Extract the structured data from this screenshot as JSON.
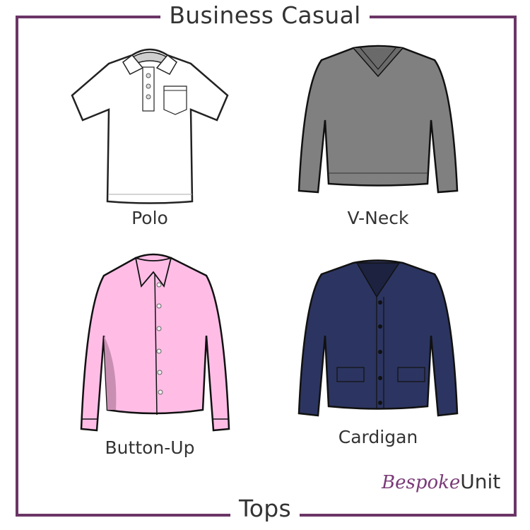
{
  "header": {
    "title": "Business Casual"
  },
  "footer": {
    "title": "Tops"
  },
  "brand": {
    "script": "Bespoke",
    "word": "Unit"
  },
  "colors": {
    "frame": "#6b3566",
    "text": "#333333",
    "brand_script": "#7a3a78",
    "polo": "#ffffff",
    "vneck": "#808080",
    "buttonup": "#ffbde6",
    "cardigan": "#2c3561"
  },
  "items": [
    {
      "label": "Polo",
      "icon": "polo-shirt-illustration"
    },
    {
      "label": "V-Neck",
      "icon": "v-neck-sweater-illustration"
    },
    {
      "label": "Button-Up",
      "icon": "button-up-shirt-illustration"
    },
    {
      "label": "Cardigan",
      "icon": "cardigan-illustration"
    }
  ]
}
